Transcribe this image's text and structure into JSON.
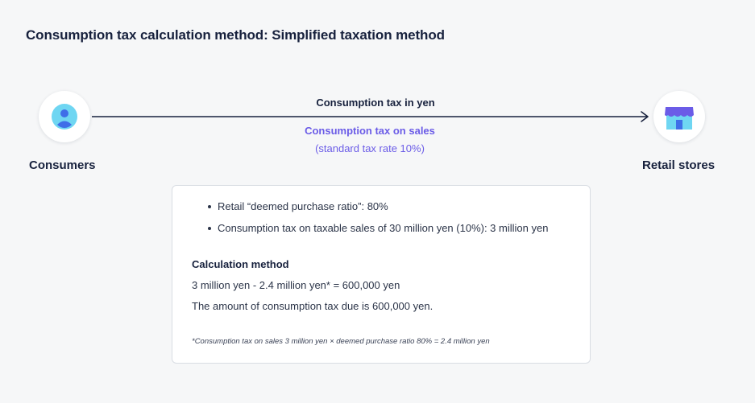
{
  "title": "Consumption tax calculation method: Simplified taxation method",
  "nodes": {
    "left": {
      "label": "Consumers",
      "icon": "person-icon"
    },
    "right": {
      "label": "Retail stores",
      "icon": "store-icon"
    }
  },
  "flow": {
    "top_label": "Consumption tax in yen",
    "main_label": "Consumption tax on sales",
    "sub_label": "(standard tax rate 10%)"
  },
  "details": {
    "bullets": [
      "Retail “deemed purchase ratio”: 80%",
      "Consumption tax on taxable sales of 30 million yen (10%):  3 million yen"
    ],
    "calculation_heading": "Calculation method",
    "calculation_lines": [
      "3 million yen - 2.4 million yen* = 600,000 yen",
      "The amount of consumption tax due is 600,000 yen."
    ],
    "footnote": "*Consumption tax on sales 3 million yen × deemed purchase ratio 80% = 2.4 million yen"
  },
  "colors": {
    "background": "#f6f7f8",
    "text_dark": "#17213d",
    "accent_purple": "#6b5ce7",
    "icon_light_blue": "#6fd6f2",
    "icon_blue": "#3f6ee8",
    "store_roof": "#6b5ce7"
  }
}
